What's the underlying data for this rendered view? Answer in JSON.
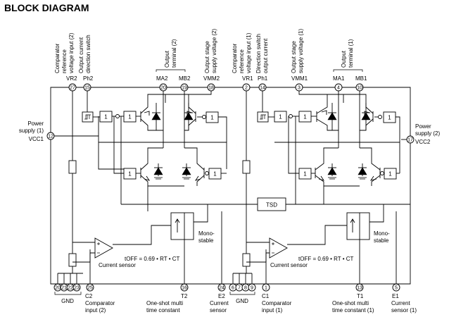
{
  "title": "BLOCK DIAGRAM",
  "top_labels": {
    "ch2": {
      "comparator_ref": [
        "Comparator",
        "reference",
        "voltage input (2)"
      ],
      "direction_switch": [
        "Output current",
        "direction switch"
      ],
      "output_terminal": [
        "Output",
        "terminal (2)"
      ],
      "stage_supply": [
        "Output stage",
        "supply voltage (2)"
      ]
    },
    "ch1": {
      "comparator_ref": [
        "Comparator",
        "reference",
        "voltage input (1)"
      ],
      "direction_switch": [
        "Direction switch",
        "output current"
      ],
      "stage_supply": [
        "Output stage",
        "supply voltage (1)"
      ],
      "output_terminal": [
        "Output",
        "terminal (1)"
      ]
    }
  },
  "signals_top": {
    "vr2": "VR2",
    "ph2": "Ph2",
    "ma2": "MA2",
    "mb2": "MB2",
    "vmm2": "VMM2",
    "vr1": "VR1",
    "ph1": "Ph1",
    "vmm1": "VMM1",
    "ma1": "MA1",
    "mb1": "MB1"
  },
  "pins_top": {
    "vr2": "27",
    "ph2": "15",
    "ma2": "20",
    "mb2": "19",
    "vmm2": "18",
    "vr1": "2",
    "ph1": "14",
    "vmm1": "3",
    "ma1": "4",
    "mb1": "10"
  },
  "power_left": {
    "line1": "Power",
    "line2": "supply (1)",
    "signal": "VCC1",
    "pin": "12"
  },
  "power_right": {
    "line1": "Power",
    "line2": "supply (2)",
    "signal": "VCC2",
    "pin": "17"
  },
  "blocks": {
    "buffer": "1",
    "tsd": "TSD",
    "monostable": [
      "Mono-",
      "stable"
    ],
    "toff_formula": "tOFF = 0.69 • RT • CT",
    "current_sensor": "Current sensor"
  },
  "pins_bottom": {
    "gnd_left": [
      "20",
      "21",
      "22",
      "23"
    ],
    "c2": "25",
    "t2": "16",
    "e2": "24",
    "gnd_right": [
      "6",
      "7",
      "8",
      "9"
    ],
    "c1": "1",
    "t1": "13",
    "e1": "5"
  },
  "bottom_labels": {
    "gnd": "GND",
    "c2": {
      "signal": "C2",
      "line1": "Comparator",
      "line2": "input (2)"
    },
    "t2": {
      "signal": "T2",
      "line1": "One-shot multi",
      "line2": "time constant"
    },
    "e2": {
      "signal": "E2",
      "line1": "Current",
      "line2": "sensor"
    },
    "c1": {
      "signal": "C1",
      "line1": "Comparator",
      "line2": "input (1)"
    },
    "t1": {
      "signal": "T1",
      "line1": "One-shot multi",
      "line2": "time constant (1)"
    },
    "e1": {
      "signal": "E1",
      "line1": "Current",
      "line2": "sensor (1)"
    }
  }
}
